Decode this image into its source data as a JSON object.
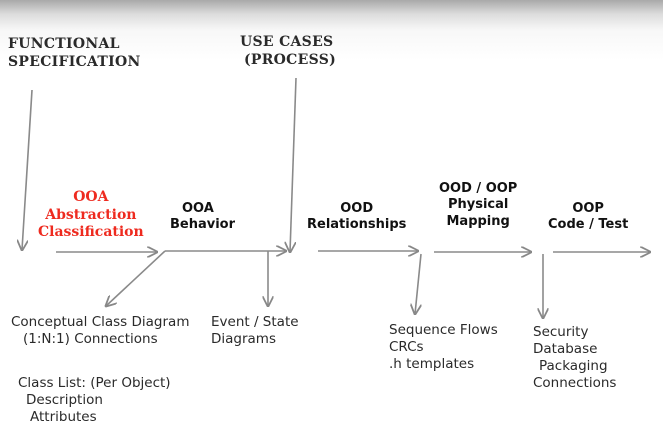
{
  "inputs": {
    "functional_spec": [
      "FUNCTIONAL",
      "SPECIFICATION"
    ],
    "use_cases": [
      "USE CASES",
      "(PROCESS)"
    ]
  },
  "stages": {
    "ooa_abstraction": [
      "OOA",
      "Abstraction",
      "Classification"
    ],
    "ooa_behavior": [
      "OOA",
      "Behavior"
    ],
    "ood_relationships": [
      "OOD",
      "Relationships"
    ],
    "ood_oop_mapping": [
      "OOD / OOP",
      "Physical",
      "Mapping"
    ],
    "oop_code_test": [
      "OOP",
      "Code / Test"
    ]
  },
  "outputs": {
    "conceptual": [
      "Conceptual Class Diagram",
      "(1:N:1) Connections"
    ],
    "class_list": [
      "Class List: (Per Object)",
      "Description",
      "Attributes"
    ],
    "event_state": [
      "Event / State",
      "Diagrams"
    ],
    "sequence": [
      "Sequence Flows",
      "CRCs",
      ".h templates"
    ],
    "security": [
      "Security",
      "Database",
      "Packaging",
      "Connections"
    ]
  },
  "colors": {
    "highlight": "#ee2a1f",
    "arrow": "#888888",
    "text": "#1e1e1e"
  }
}
